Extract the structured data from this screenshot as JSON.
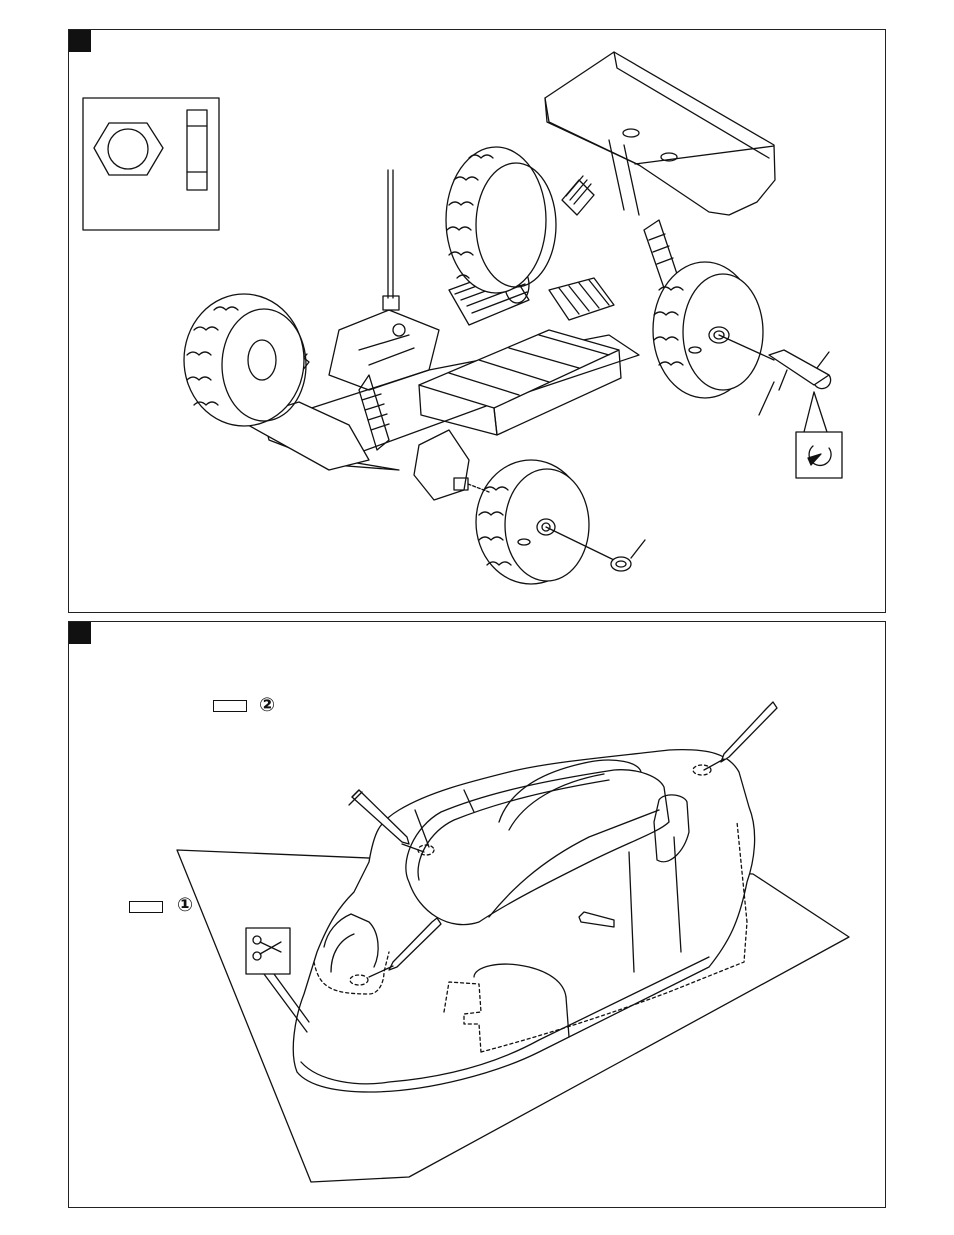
{
  "page": {
    "background": "#ffffff",
    "ink": "#111111"
  },
  "step1": {
    "marker_color": "#111111",
    "illustration": "rc-buggy-chassis-wheel-mounting",
    "icons": [
      "hex-nut-icon",
      "cross-wrench-icon",
      "rotate-counterclockwise-icon"
    ]
  },
  "step2": {
    "marker_color": "#111111",
    "illustration": "rc-buggy-body-shell-preparation",
    "callouts": [
      {
        "marker": "②"
      },
      {
        "marker": "①"
      }
    ],
    "icons": [
      "scissors-icon",
      "reamer-icon"
    ]
  }
}
